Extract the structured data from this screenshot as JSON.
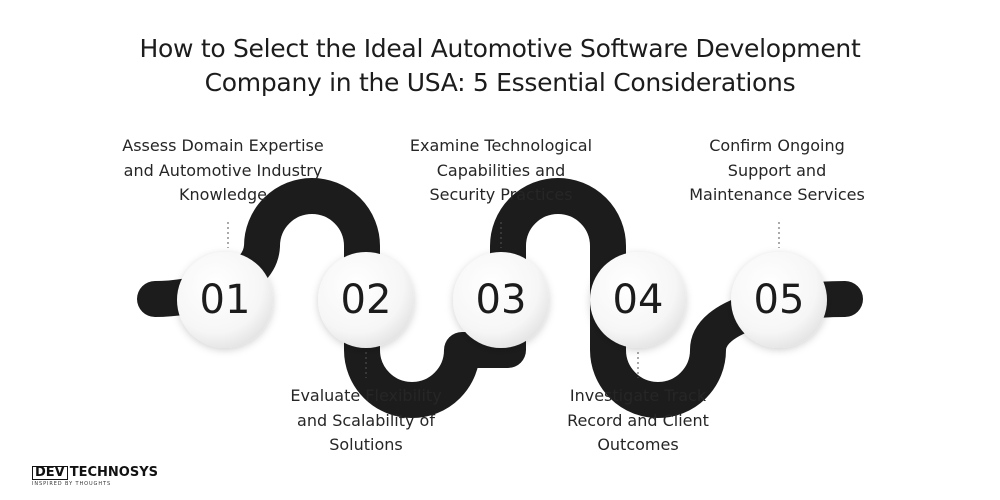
{
  "title": {
    "line1": "How to Select the Ideal Automotive Software Development",
    "line2": "Company in the USA: 5 Essential Considerations"
  },
  "steps": [
    {
      "number": "01",
      "lines": [
        "Assess Domain Expertise",
        "and Automotive Industry",
        "Knowledge"
      ]
    },
    {
      "number": "02",
      "lines": [
        "Evaluate Flexibility",
        "and Scalability of",
        "Solutions"
      ]
    },
    {
      "number": "03",
      "lines": [
        "Examine Technological",
        "Capabilities and",
        "Security Practices"
      ]
    },
    {
      "number": "04",
      "lines": [
        "Investigate Track",
        "Record and Client",
        "Outcomes"
      ]
    },
    {
      "number": "05",
      "lines": [
        "Confirm Ongoing",
        "Support and",
        "Maintenance Services"
      ]
    }
  ],
  "logo": {
    "brand_dev": "DEV",
    "brand_rest": "TECHN",
    "brand_o": "O",
    "brand_end": "SYS",
    "tagline": "INSPIRED BY THOUGHTS"
  },
  "colors": {
    "ribbon": "#1c1c1c",
    "circle": "#f4f4f4",
    "text": "#1c1c1c"
  }
}
